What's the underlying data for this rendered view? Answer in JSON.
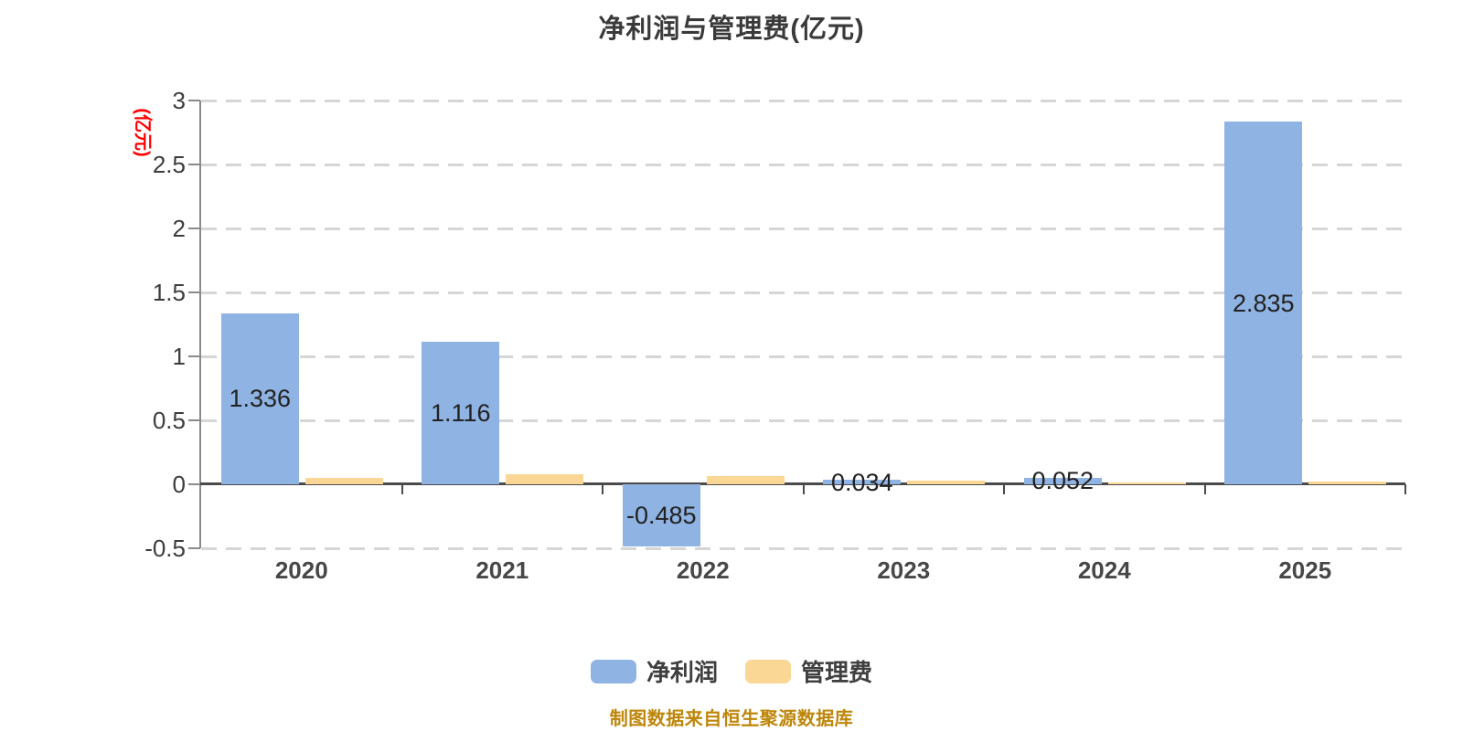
{
  "title": "净利润与管理费(亿元)",
  "y_axis_unit_label": "(亿元)",
  "source_note": "制图数据来自恒生聚源数据库",
  "legend": {
    "items": [
      {
        "key": "net-profit",
        "label": "净利润",
        "color": "#8FB3E2"
      },
      {
        "key": "management-fee",
        "label": "管理费",
        "color": "#FBD795"
      }
    ]
  },
  "colors": {
    "net_profit_bar": "#8FB3E2",
    "management_fee_bar": "#FBD795",
    "y_axis_unit_label": "#FF0000",
    "source_note": "#BE860A",
    "gridline": "#D6D6D6",
    "axis": "#4A4A4A",
    "text": "#3C3C3C"
  },
  "chart_data": {
    "type": "bar",
    "title": "净利润与管理费(亿元)",
    "categories": [
      "2020",
      "2021",
      "2022",
      "2023",
      "2024",
      "2025"
    ],
    "series": [
      {
        "name": "净利润",
        "key": "net-profit",
        "color": "#8FB3E2",
        "values": [
          1.336,
          1.116,
          -0.485,
          0.034,
          0.052,
          2.835
        ],
        "labels": [
          "1.336",
          "1.116",
          "-0.485",
          "0.034",
          "0.052",
          "2.835"
        ]
      },
      {
        "name": "管理费",
        "key": "management-fee",
        "color": "#FBD795",
        "values": [
          0.05,
          0.08,
          0.065,
          0.028,
          0.015,
          0.022
        ],
        "labels": []
      }
    ],
    "ylabel": "(亿元)",
    "ylim": [
      -0.5,
      3
    ],
    "yticks": [
      3,
      2.5,
      2,
      1.5,
      1,
      0.5,
      0,
      -0.5
    ],
    "ytick_labels": [
      "3",
      "2.5",
      "2",
      "1.5",
      "1",
      "0.5",
      "0",
      "-0.5"
    ],
    "grid": "horizontal-dashed",
    "legend_position": "bottom"
  }
}
